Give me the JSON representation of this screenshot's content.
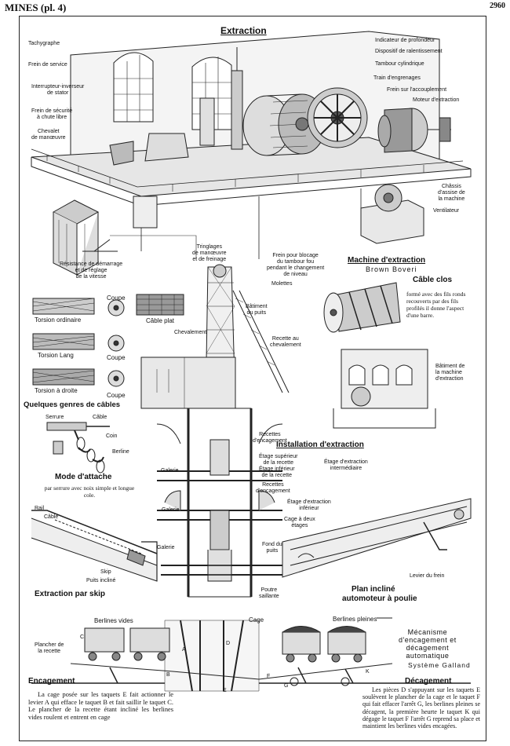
{
  "header": {
    "section": "MINES (pl. 4)",
    "page": "2960"
  },
  "machine": {
    "title": "Extraction",
    "caption_title": "Machine d'extraction",
    "caption_sub": "Brown Boveri",
    "labels_left": [
      "Tachygraphe",
      "Frein de service",
      "Interrupteur-inverseur\nde stator",
      "Frein de sécurité\nà chute libre",
      "Chevalet\nde manœuvre"
    ],
    "labels_right": [
      "Indicateur de profondeur",
      "Dispositif de ralentissement",
      "Tambour cylindrique",
      "Train d'engrenages",
      "Frein sur l'accouplement",
      "Moteur d'extraction",
      "Châssis\nd'assise de\nla machine",
      "Ventilateur"
    ],
    "labels_bottom": [
      "Résistance de démarrage\net de réglage\nde la vitesse",
      "Tringlages\nde manœuvre\net de freinage",
      "Frein pour blocage\ndu tambour fou\npendant le changement\nde niveau"
    ]
  },
  "cables": {
    "types": [
      "Torsion ordinaire",
      "Torsion Lang",
      "Torsion à droite"
    ],
    "coupe": "Coupe",
    "flat": "Câble plat",
    "caption": "Quelques genres de câbles"
  },
  "cable_clos": {
    "title": "Câble clos",
    "text": "formé avec des fils ronds recouverts par des fils profilés il donne l'aspect d'une barre."
  },
  "attache": {
    "labels": [
      "Serrure",
      "Câble",
      "Coin",
      "Berline"
    ],
    "title": "Mode d'attache",
    "text": "par serrure avec noix simple et longue cole."
  },
  "installation": {
    "title": "Installation d'extraction",
    "labels_left": [
      "Molettes",
      "Bâtiment\ndu puits",
      "Chevalement",
      "Recette au\nchevalement"
    ],
    "labels_right": [
      "Bâtiment de\nla machine\nd'extraction"
    ],
    "labels_mid": [
      "Recettes\nd'encagement",
      "Étage supérieur\nde la recette",
      "Étage d'extraction\nintermédiaire",
      "Étage inférieur\nde la recette",
      "Recettes\nd'encagement",
      "Étage d'extraction\ninférieur",
      "Cage à deux\nétages",
      "Fond du\npuits",
      "Poutre\nsaillante"
    ],
    "galerie": "Galerie"
  },
  "skip": {
    "labels": [
      "Rail",
      "Câble",
      "Galerie",
      "Skip",
      "Puits incliné"
    ],
    "title": "Extraction par skip"
  },
  "plan_incline": {
    "lever": "Levier du frein",
    "title_line1": "Plan incliné",
    "title_line2": "automoteur à poulie"
  },
  "galland": {
    "berlines_vides": "Berlines vides",
    "cage": "Cage",
    "berlines_pleines": "Berlines pleines",
    "plancher": "Plancher de\nla recette",
    "title": "Mécanisme\nd'encagement et\ndécagement\nautomatique",
    "system": "Système Galland",
    "letters": [
      "A",
      "B",
      "C",
      "D",
      "E",
      "F",
      "G",
      "K"
    ]
  },
  "encagement": {
    "title": "Encagement",
    "text": "La cage posée sur les taquets E fait actionner le levier A qui efface le taquet B et fait saillir le taquet C. Le plancher de la recette étant incliné les berlines vides roulent et entrent en cage"
  },
  "decagement": {
    "title": "Décagement",
    "text": "Les pièces D s'appuyant sur les taquets E soulèvent le plancher de la cage et le taquet F qui fait effacer l'arrêt G, les berlines pleines se décagent, la première heurte le taquet K qui dégage le taquet F l'arrêt G reprend sa place et maintient les berlines vides encagées."
  }
}
